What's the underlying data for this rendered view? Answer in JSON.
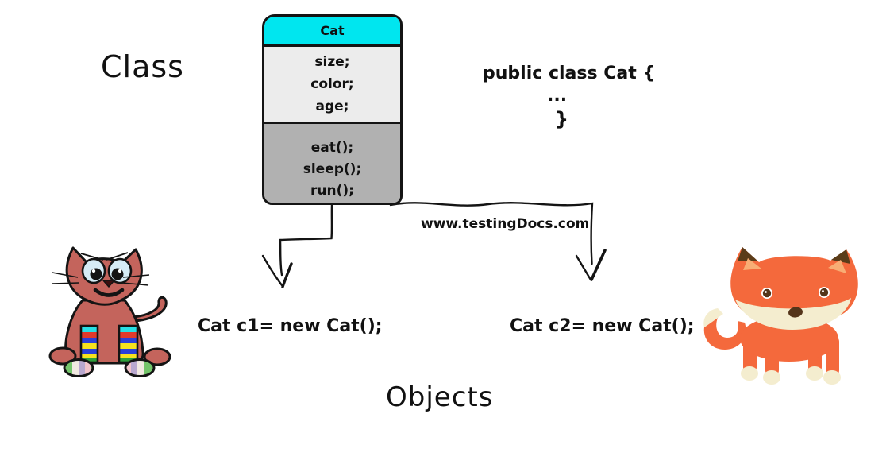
{
  "labels": {
    "class_label": "Class",
    "objects_label": "Objects",
    "watermark": "www.testingDocs.com"
  },
  "class_box": {
    "name": "Cat",
    "attributes": [
      "size;",
      "color;",
      "age;"
    ],
    "methods": [
      "eat();",
      "sleep();",
      "run();"
    ],
    "colors": {
      "header_bg": "#00e6ef",
      "attributes_bg": "#ececec",
      "methods_bg": "#b1b1b1",
      "outline": "#141414"
    }
  },
  "code_snippet": {
    "line1": "public class Cat {",
    "line2": "...",
    "line3": "}"
  },
  "instances": {
    "c1": "Cat c1= new Cat();",
    "c2": "Cat c2= new Cat();"
  },
  "illustrations": {
    "cat": {
      "description": "cartoon cat wearing striped socks",
      "body_color": "#c4645c",
      "eye_color": "#d6ecf6",
      "sock_stripe_colors": [
        "#29dfe6",
        "#e23a2c",
        "#2a3fd8",
        "#f6e21f",
        "#2e9e3a"
      ],
      "bootie_colors": [
        "#74c46a",
        "#f1e9e1",
        "#b9a8cf",
        "#f2c3ca"
      ]
    },
    "fox": {
      "description": "cartoon fox",
      "body_color": "#f4693c",
      "muzzle_color": "#f4edcf",
      "ear_tip_color": "#5a3c19",
      "inner_ear_color": "#f8ad74",
      "eye_color": "#54351a"
    }
  }
}
